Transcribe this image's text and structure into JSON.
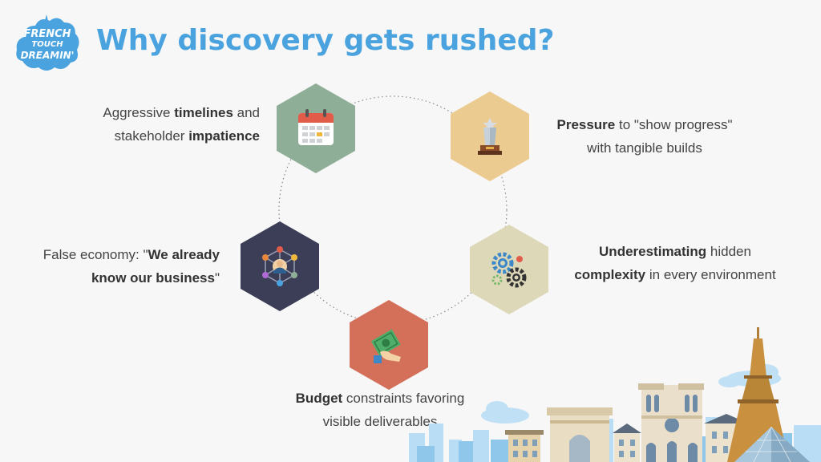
{
  "logo": {
    "line1": "FRENCH",
    "line2": "TOUCH",
    "line3": "DREAMIN'"
  },
  "title": "Why discovery gets rushed?",
  "colors": {
    "title": "#4aa3df",
    "timelines_hex": "#8fae97",
    "pressure_hex": "#eccb91",
    "false_economy_hex": "#3b3e56",
    "complexity_hex": "#ddd8b8",
    "budget_hex": "#d4705a"
  },
  "items": [
    {
      "id": "timelines",
      "icon": "calendar-icon",
      "line1": {
        "pre": "Aggressive ",
        "bold": "timelines",
        "post": " and"
      },
      "line2": {
        "pre": "stakeholder ",
        "bold": "impatience",
        "post": ""
      }
    },
    {
      "id": "pressure",
      "icon": "trophy-icon",
      "line1": {
        "pre": "",
        "bold": "Pressure",
        "post": " to \"show progress\""
      },
      "line2": {
        "pre": "with tangible builds",
        "bold": "",
        "post": ""
      }
    },
    {
      "id": "false_economy",
      "icon": "network-person-icon",
      "line1": {
        "pre": "False economy: \"",
        "bold": "We already",
        "post": ""
      },
      "line2": {
        "pre": "",
        "bold": "know our business",
        "post": "\""
      }
    },
    {
      "id": "complexity",
      "icon": "gears-icon",
      "line1": {
        "pre": "",
        "bold": "Underestimating",
        "post": " hidden"
      },
      "line2": {
        "pre": "",
        "bold": "complexity",
        "post": " in every environment"
      }
    },
    {
      "id": "budget",
      "icon": "money-hand-icon",
      "line1": {
        "pre": "",
        "bold": "Budget",
        "post": " constraints favoring"
      },
      "line2": {
        "pre": "visible deliverables",
        "bold": "",
        "post": ""
      }
    }
  ],
  "decoration": {
    "skyline": "paris-skyline-illustration"
  }
}
